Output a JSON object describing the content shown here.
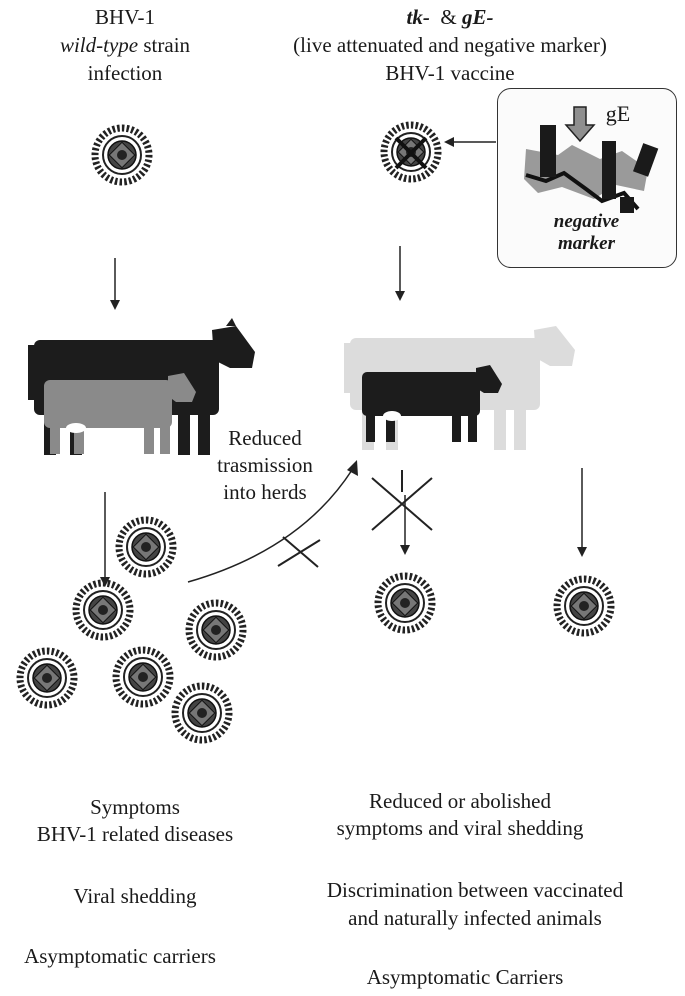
{
  "left_header": {
    "line1": "BHV-1",
    "line2_italic": "wild-type",
    "line2_rest": " strain",
    "line3": "infection"
  },
  "right_header": {
    "tk": "tk-",
    "amp": "&",
    "ge": "gE-",
    "line2": "(live attenuated and negative marker)",
    "line3": "BHV-1 vaccine"
  },
  "marker_box": {
    "gene_label": "gE",
    "label_line1": "negative",
    "label_line2": "marker"
  },
  "middle_label": {
    "line1": "Reduced",
    "line2": "trasmission",
    "line3": "into herds"
  },
  "left_outcomes": {
    "symptoms_line1": "Symptoms",
    "symptoms_line2": "BHV-1 related diseases",
    "shedding": "Viral shedding",
    "carriers": "Asymptomatic carriers"
  },
  "right_outcomes": {
    "reduced_line1": "Reduced or abolished",
    "reduced_line2": "symptoms and viral shedding",
    "discrim_line1": "Discrimination between vaccinated",
    "discrim_line2": "and naturally infected animals",
    "carriers": "Asymptomatic Carriers"
  },
  "colors": {
    "dark_cow": "#1c1c1c",
    "mid_cow": "#8a8a8a",
    "light_cow": "#dcdcdc",
    "virus": "#222222"
  }
}
